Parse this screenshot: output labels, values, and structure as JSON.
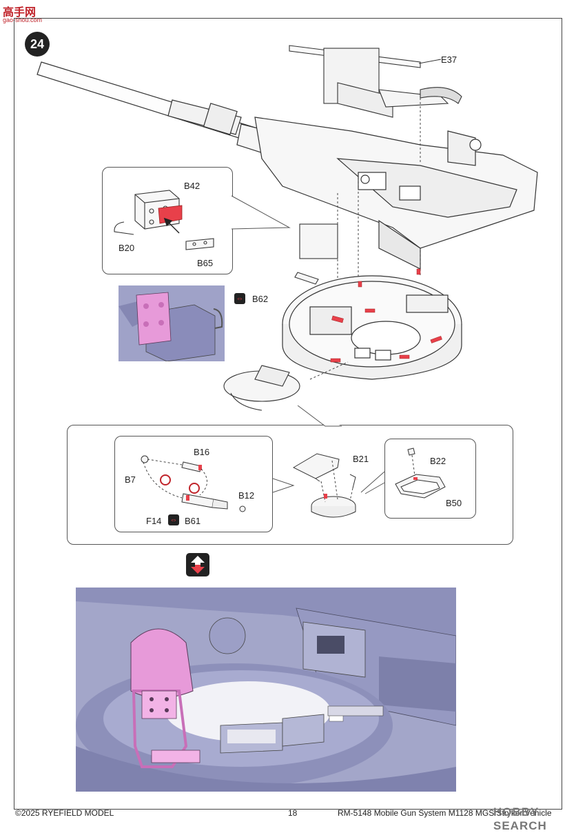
{
  "logo": {
    "text": "高手网",
    "sub": "gao-shou.com"
  },
  "step": {
    "number": "24"
  },
  "labels": {
    "e37": "E37",
    "b42": "B42",
    "b20": "B20",
    "b65": "B65",
    "b62": "B62",
    "b16": "B16",
    "b7": "B7",
    "b12": "B12",
    "f14": "F14",
    "b61": "B61",
    "b21": "B21",
    "b22": "B22",
    "b50": "B50"
  },
  "footer": {
    "copyright": "©2025 RYEFIELD MODEL",
    "page": "18",
    "product": "RM-5148 Mobile Gun System M1128 MGS Stryker Vehicle"
  },
  "watermark": "HOBBY SEARCH",
  "colors": {
    "highlight": "#e8404a",
    "pink": "#e79ad9",
    "render": "#8f91b8",
    "background": "#ffffff"
  }
}
